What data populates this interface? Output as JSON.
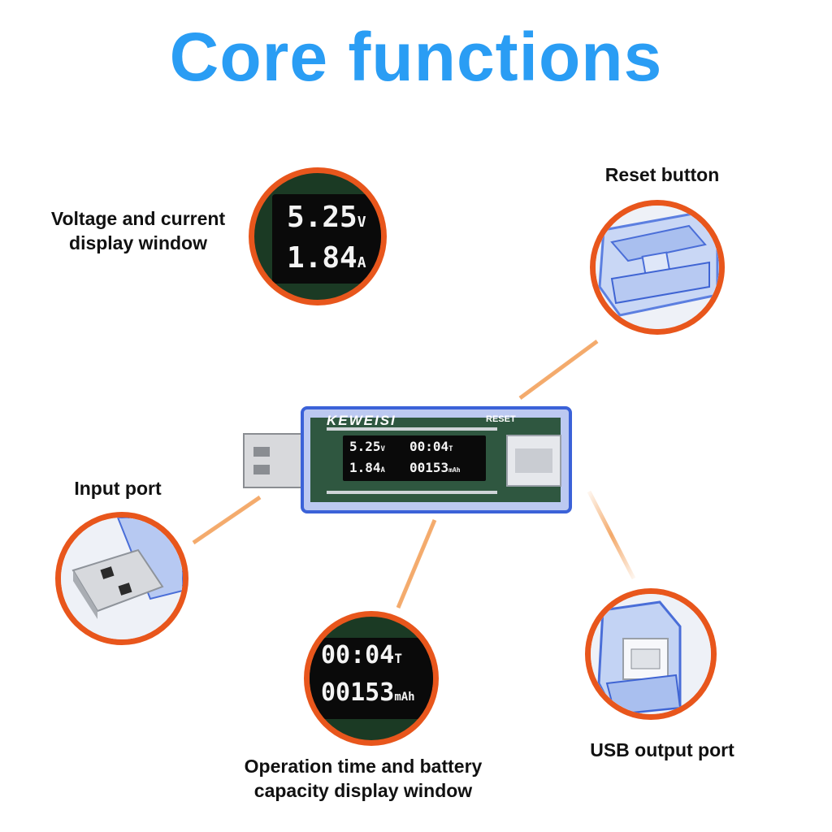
{
  "title": "Core functions",
  "labels": {
    "voltage_current": [
      "Voltage and current",
      "display window"
    ],
    "reset": "Reset button",
    "input_port": "Input port",
    "output_port": "USB output port",
    "time_capacity": [
      "Operation time and battery",
      "capacity display window"
    ]
  },
  "device": {
    "brand": "KEWEISI",
    "reset_mark": "RESET",
    "voltage": "5.25",
    "voltage_unit": "V",
    "current": "1.84",
    "current_unit": "A",
    "time": "00:04",
    "time_unit": "T",
    "capacity": "00153",
    "capacity_unit": "mAh"
  },
  "colors": {
    "title": "#2a9df4",
    "ring": "#e8561c",
    "connector": "#f2a05a",
    "lcd_bg": "#0a0a0a",
    "lcd_text": "#f4f4f4",
    "case": "#3b62d8"
  }
}
